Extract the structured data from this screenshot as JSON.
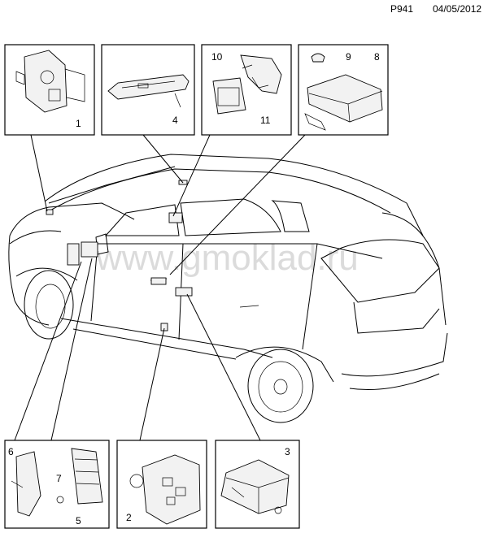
{
  "header": {
    "code": "P941",
    "date": "04/05/2012"
  },
  "watermark": "www.gmoklad.ru",
  "callouts": {
    "n1": "1",
    "n2": "2",
    "n3": "3",
    "n4": "4",
    "n5": "5",
    "n6": "6",
    "n7": "7",
    "n8": "8",
    "n9": "9",
    "n10": "10",
    "n11": "11"
  }
}
